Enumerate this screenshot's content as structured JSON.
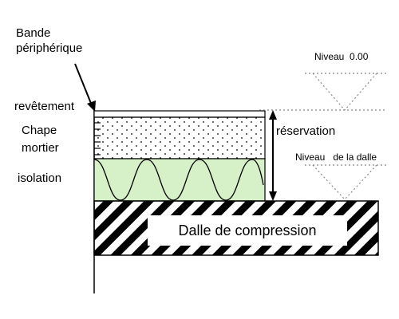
{
  "labels": {
    "bande": "Bande\npériphérique",
    "revetement": "revêtement",
    "chape": "Chape\nmortier",
    "isolation": "isolation",
    "reservation": "réservation",
    "niveau_zero": "Niveau  0.00",
    "niveau_dalle": "Niveau   de la dalle",
    "dalle": "Dalle de compression"
  },
  "colors": {
    "isolation_fill": "#d6f0c8",
    "stroke": "#000000",
    "marker_dots": "#888888"
  }
}
